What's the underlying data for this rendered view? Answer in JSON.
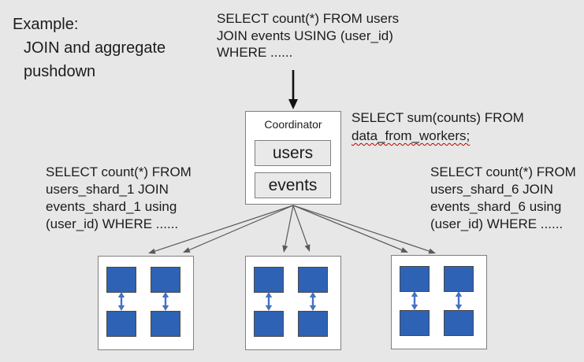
{
  "slide": {
    "title": {
      "line1": "Example:",
      "line2": "JOIN and aggregate",
      "line3": "pushdown"
    },
    "incoming_query": {
      "lines": [
        "SELECT count(*) FROM users",
        "JOIN events USING (user_id)",
        "WHERE ......"
      ]
    },
    "aggregate_query": {
      "lines": [
        "SELECT sum(counts) FROM",
        "data_from_workers;"
      ]
    },
    "worker_query_left": {
      "lines": [
        "SELECT count(*) FROM",
        "users_shard_1 JOIN",
        "events_shard_1 using",
        "(user_id) WHERE ......"
      ]
    },
    "worker_query_right": {
      "lines": [
        "SELECT count(*) FROM",
        "users_shard_6 JOIN",
        "events_shard_6 using",
        "(user_id) WHERE ......"
      ]
    },
    "coordinator": {
      "label": "Coordinator",
      "tables": [
        "users",
        "events"
      ]
    },
    "workers": {
      "count": 3,
      "shards_per_worker": 4
    },
    "colors": {
      "background": "#e7e7e7",
      "shard_fill": "#2e62b5",
      "shard_border": "#4a4a4a",
      "replication_arrow_blue": "#4472c4",
      "fan_arrow_gray": "#595959",
      "query_arrow_black": "#111111",
      "node_border": "#7f7f7f",
      "table_fill": "#e9e9e9",
      "text": "#1c1c1c",
      "spellcheck_red": "#c00000"
    }
  }
}
